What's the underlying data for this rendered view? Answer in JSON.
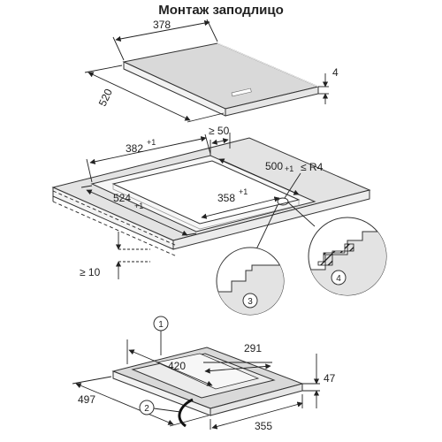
{
  "title": "Монтаж заподлицо",
  "hob": {
    "width_label": "378",
    "depth_label": "520",
    "height_label": "4"
  },
  "cutout": {
    "outer_width_label": "382",
    "outer_width_tol": "+1",
    "outer_depth_label": "524",
    "outer_depth_tol": "+1",
    "min_rear_label": "≥ 50",
    "rear_depth_label": "500",
    "rear_depth_tol": "+1",
    "radius_label": "≤ R4",
    "inner_width_label": "358",
    "inner_width_tol": "+1",
    "min_thickness_label": "≥ 10",
    "detail_3": "3",
    "detail_4": "4"
  },
  "bottom": {
    "callout_1": "1",
    "callout_2": "2",
    "width_420": "420",
    "width_291": "291",
    "height_47": "47",
    "depth_497": "497",
    "width_355": "355"
  }
}
